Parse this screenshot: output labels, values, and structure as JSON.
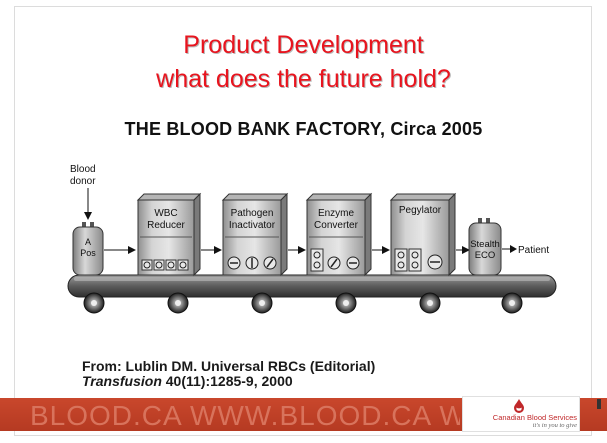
{
  "slide": {
    "title_line1": "Product Development",
    "title_line2": "what does the future hold?",
    "subtitle": "THE BLOOD BANK FACTORY,  Circa 2005",
    "title_color": "#e8141e"
  },
  "diagram": {
    "donor_label_1": "Blood",
    "donor_label_2": "donor",
    "input_bag": {
      "line1": "A",
      "line2": "Pos"
    },
    "machines": [
      {
        "line1": "WBC",
        "line2": "Reducer"
      },
      {
        "line1": "Pathogen",
        "line2": "Inactivator"
      },
      {
        "line1": "Enzyme",
        "line2": "Converter"
      },
      {
        "line1": "Pegylator",
        "line2": ""
      }
    ],
    "output_bag": {
      "line1": "Stealth",
      "line2": "ECO"
    },
    "patient_label": "Patient"
  },
  "citation": {
    "line1": "From: Lublin DM. Universal RBCs (Editorial)",
    "journal": "Transfusion",
    "line2_rest": " 40(11):1285-9, 2000"
  },
  "footer": {
    "banner_text": "BLOOD.CA WWW.BLOOD.CA WWW.BLOOD.CA WWW.BLOOD.CA",
    "logo_name": "Canadian Blood Services",
    "logo_tagline": "it's in you to give",
    "accent_color": "#c0282a"
  }
}
